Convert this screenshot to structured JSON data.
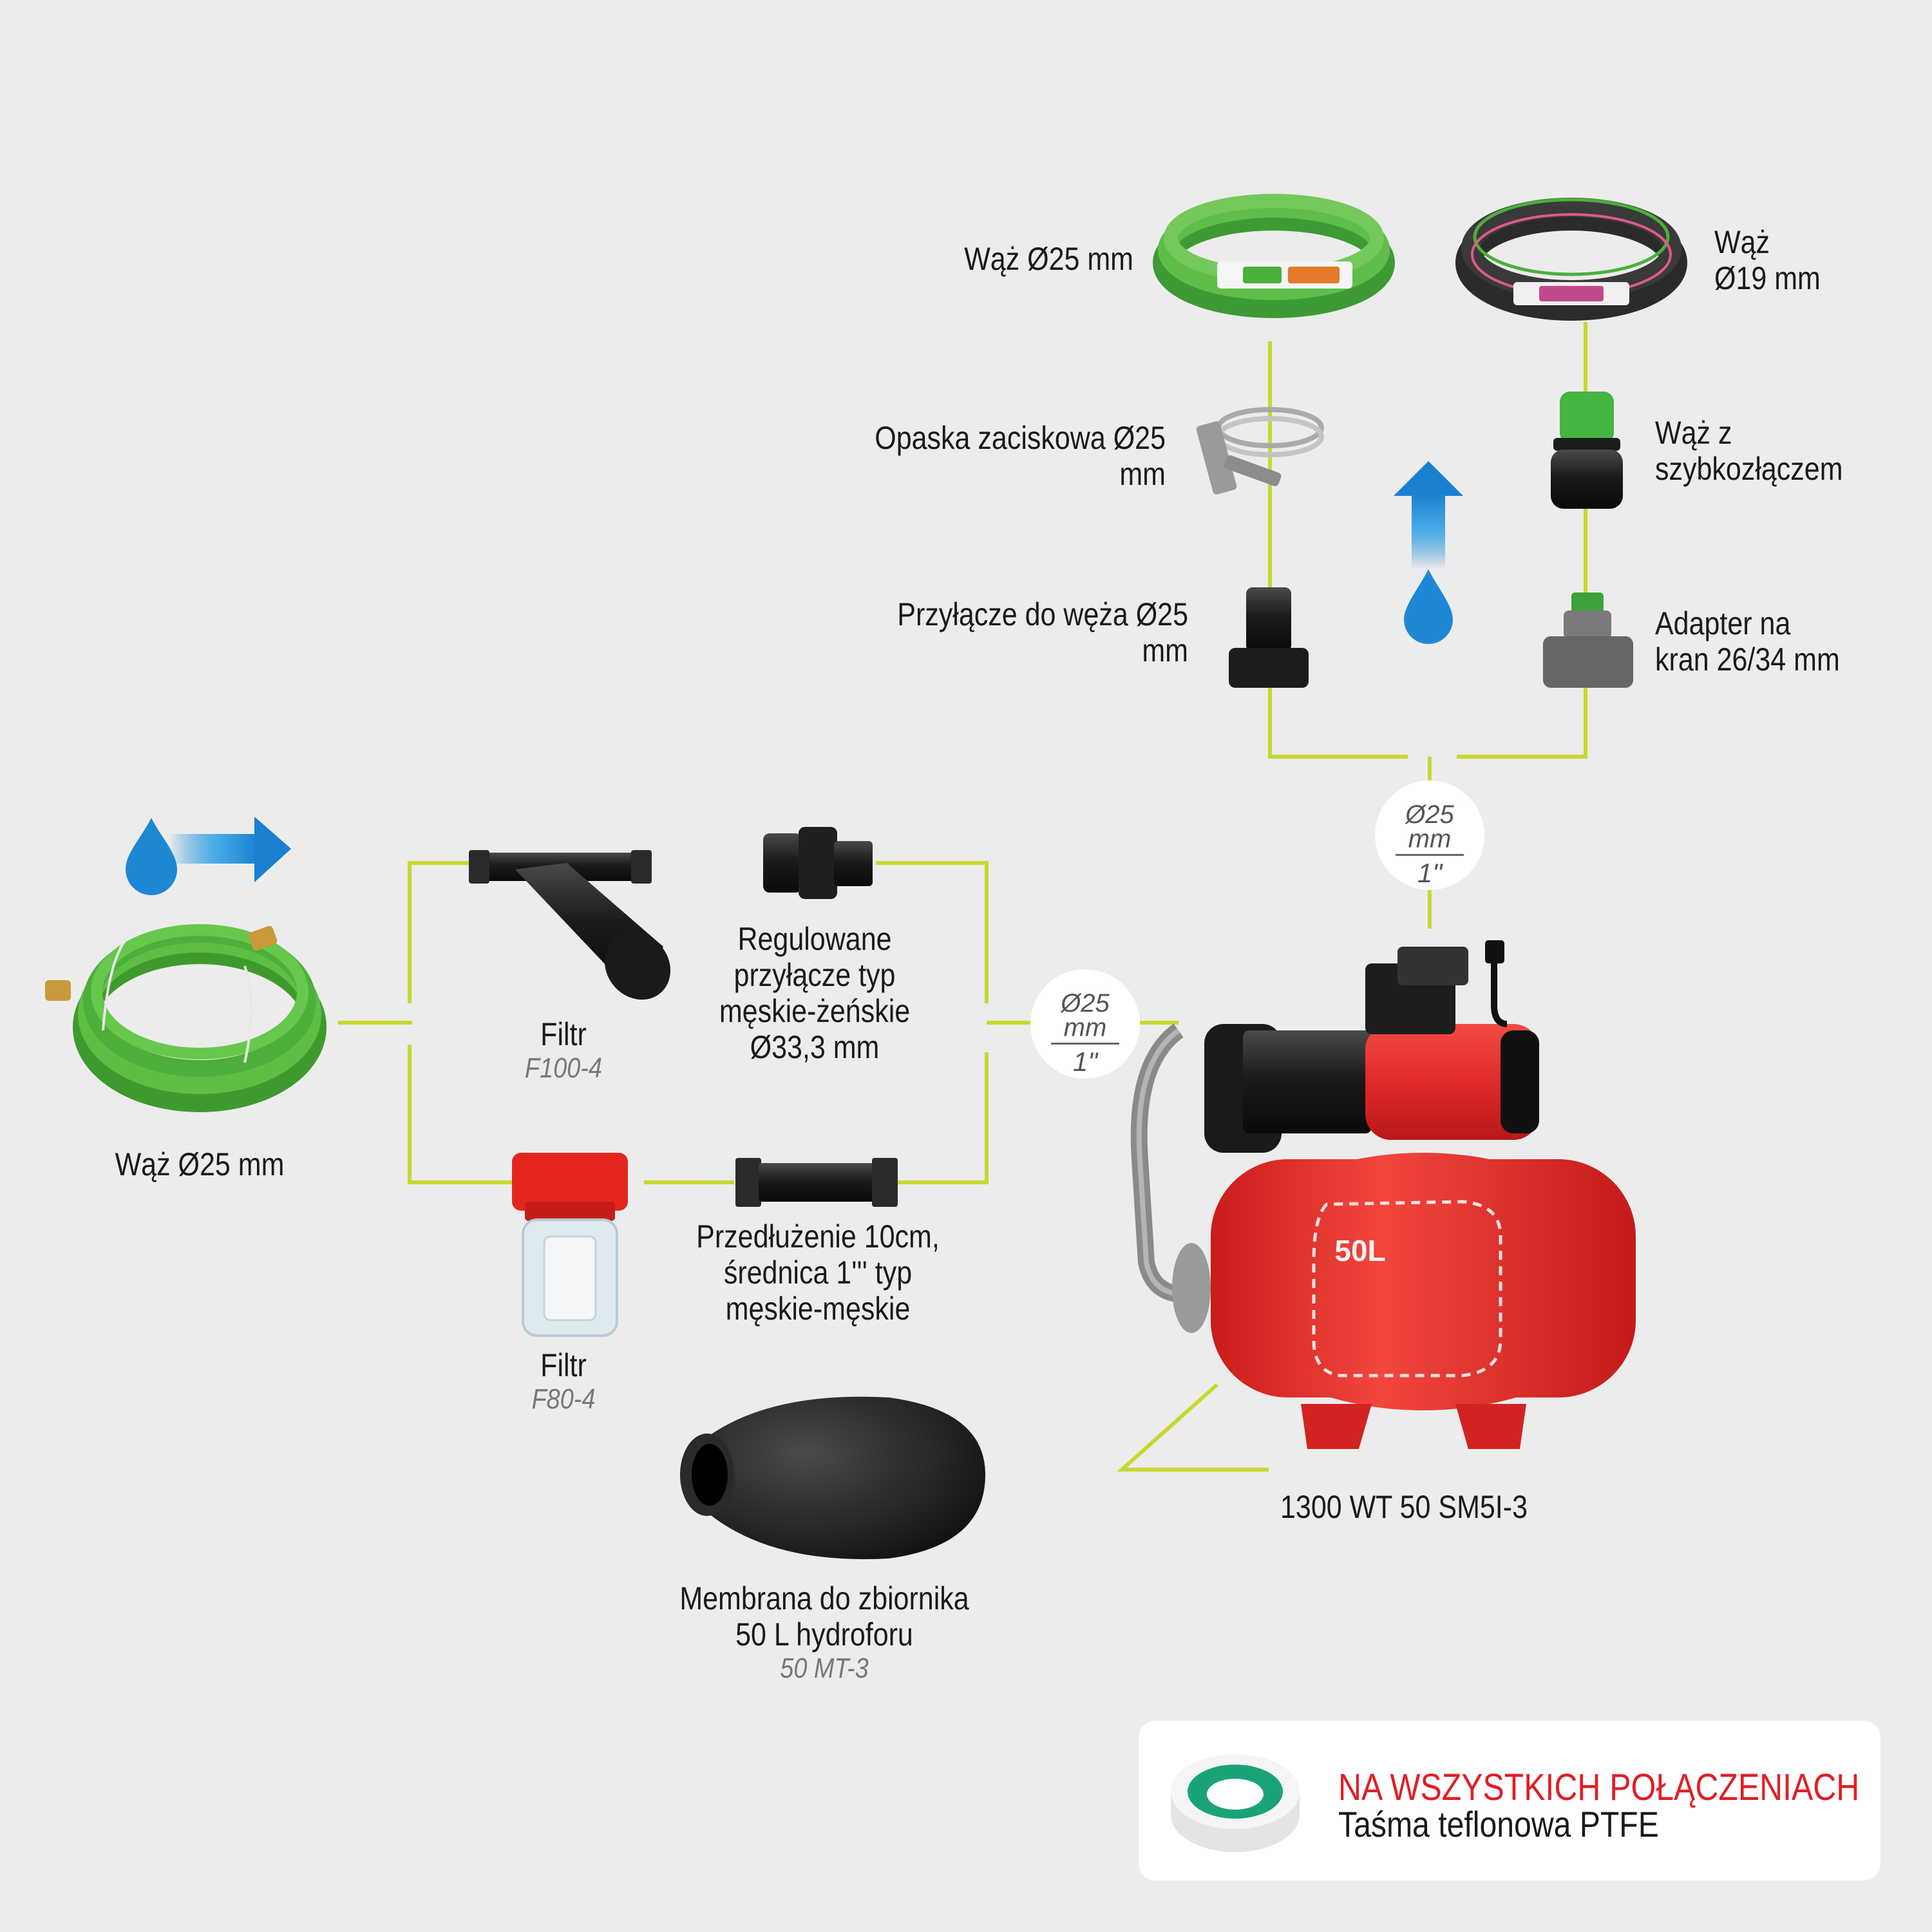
{
  "labels": {
    "hose_suction": "Wąż Ø25 mm",
    "filter_f100": "Filtr",
    "filter_f100_model": "F100-4",
    "filter_f80": "Filtr",
    "filter_f80_model": "F80-4",
    "adjustable_connector": [
      "Regulowane",
      "przyłącze typ",
      "męskie-żeńskie",
      "Ø33,3 mm"
    ],
    "extension": [
      "Przedłużenie 10cm,",
      "średnica 1''' typ",
      "męskie-męskie"
    ],
    "membrane": [
      "Membrana do zbiornika",
      "50 L hydroforu"
    ],
    "membrane_model": "50 MT-3",
    "pump_model": "1300 WT 50 SM5I-3",
    "tank_volume": "50L",
    "hose_25_top": "Wąż Ø25 mm",
    "hose_19": [
      "Wąż",
      "Ø19 mm"
    ],
    "hose_clamp": [
      "Opaska zaciskowa Ø25",
      "mm"
    ],
    "quick_connector": [
      "Wąż z",
      "szybkozłączem"
    ],
    "hose_connector": [
      "Przyłącze do węża Ø25",
      "mm"
    ],
    "tap_adapter": [
      "Adapter na",
      "kran 26/34 mm"
    ]
  },
  "diameter_badges": [
    {
      "top": "Ø25",
      "mid": "mm",
      "bottom": "1\""
    },
    {
      "top": "Ø25",
      "mid": "mm",
      "bottom": "1\""
    }
  ],
  "note": {
    "headline": "NA WSZYSTKICH POŁĄCZENIACH",
    "text": "Taśma teflonowa PTFE"
  },
  "colors": {
    "background": "#ececec",
    "connector_line": "#c8d82e",
    "accent_red": "#e01e25",
    "water_blue": "#1e88d4",
    "hose_green": "#4caf3a",
    "pump_red": "#e02a2a"
  },
  "icons": [
    "water-drop-icon",
    "flow-arrow-right-icon",
    "flow-arrow-up-icon",
    "teflon-tape-icon"
  ]
}
